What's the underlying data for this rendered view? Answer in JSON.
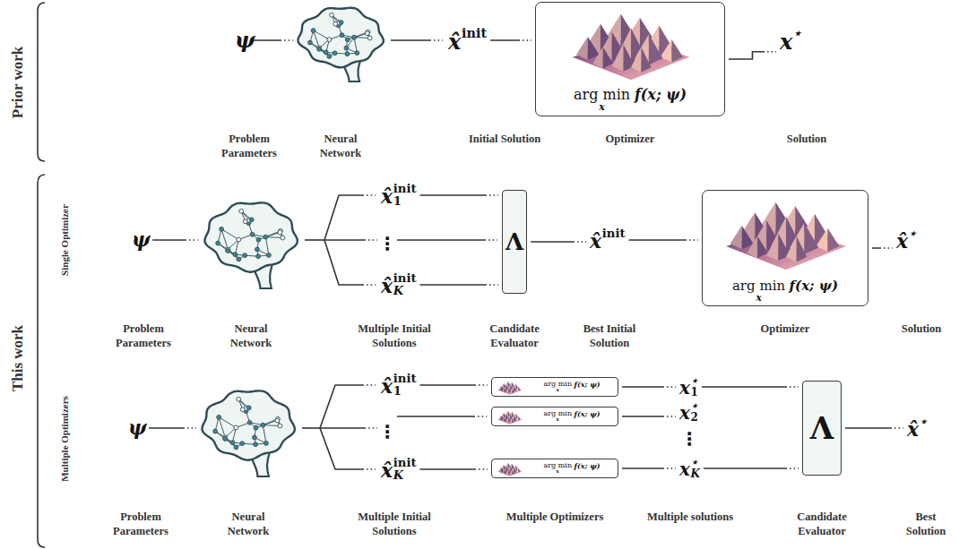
{
  "diagram": {
    "nodes": [
      {
        "text": [
          "ψ"
        ]
      },
      {
        "text": [
          "x̂",
          "init"
        ]
      },
      {
        "text": [
          "arg min",
          "x",
          "f(x; ψ)"
        ]
      },
      {
        "text": [
          "x",
          "⋆"
        ]
      },
      {
        "text": [
          "ψ"
        ]
      },
      {
        "text": [
          "x̂",
          "init",
          "1"
        ]
      },
      {
        "text": [
          "x̂",
          "init",
          "K"
        ]
      },
      {
        "text": [
          "Λ"
        ]
      },
      {
        "text": [
          "x̂",
          "init"
        ]
      },
      {
        "text": [
          "arg min",
          "x",
          "f(x; ψ)"
        ]
      },
      {
        "text": [
          "x̂",
          "⋆"
        ]
      },
      {
        "text": [
          "ψ"
        ]
      },
      {
        "text": [
          "x̂",
          "init",
          "1"
        ]
      },
      {
        "text": [
          "x̂",
          "init",
          "K"
        ]
      },
      {
        "text": [
          "arg min",
          "x",
          "f(x; ψ)"
        ]
      },
      {
        "text": [
          "arg min",
          "x",
          "f(x; ψ)"
        ]
      },
      {
        "text": [
          "arg min",
          "x",
          "f(x; ψ)"
        ]
      },
      {
        "text": [
          "x",
          "⋆",
          "1"
        ]
      },
      {
        "text": [
          "x",
          "⋆",
          "2"
        ]
      },
      {
        "text": [
          "x",
          "⋆",
          "K"
        ]
      },
      {
        "text": [
          "Λ"
        ]
      },
      {
        "text": [
          "x̂",
          "⋆"
        ]
      }
    ],
    "edges": [
      {
        "from": 1,
        "to": 2,
        "arrow": "none"
      },
      {
        "from": 2,
        "to": 3,
        "arrow": "none"
      },
      {
        "from": 5,
        "to": 7,
        "arrow": "none"
      },
      {
        "from": 6,
        "to": 7,
        "arrow": "none"
      },
      {
        "from": 7,
        "to": 8,
        "arrow": "none"
      },
      {
        "from": 8,
        "to": 9,
        "arrow": "none"
      },
      {
        "from": 9,
        "to": 10,
        "arrow": "none"
      },
      {
        "from": 12,
        "to": 14,
        "arrow": "none"
      },
      {
        "from": 13,
        "to": 16,
        "arrow": "none"
      },
      {
        "from": 14,
        "to": 17,
        "arrow": "none"
      },
      {
        "from": 15,
        "to": 18,
        "arrow": "none"
      },
      {
        "from": 16,
        "to": 19,
        "arrow": "none"
      },
      {
        "from": 17,
        "to": 20,
        "arrow": "none"
      },
      {
        "from": 19,
        "to": 20,
        "arrow": "none"
      },
      {
        "from": 20,
        "to": 21,
        "arrow": "none"
      }
    ],
    "labels": [
      "Prior work",
      "Problem Parameters",
      "Neural Network",
      "Initial Solution",
      "Optimizer",
      "Solution",
      "This work",
      "Single Optimizer",
      "⋮",
      "Problem Parameters",
      "Neural Network",
      "Multiple Initial Solutions",
      "Candidate Evaluator",
      "Best Initial Solution",
      "Optimizer",
      "Solution",
      "Multiple Optimizers",
      "⋮",
      "⋮",
      "Problem Parameters",
      "Neural Network",
      "Multiple Initial Solutions",
      "Multiple Optimizers",
      "Multiple solutions",
      "Candidate Evaluator",
      "Best Solution"
    ]
  }
}
